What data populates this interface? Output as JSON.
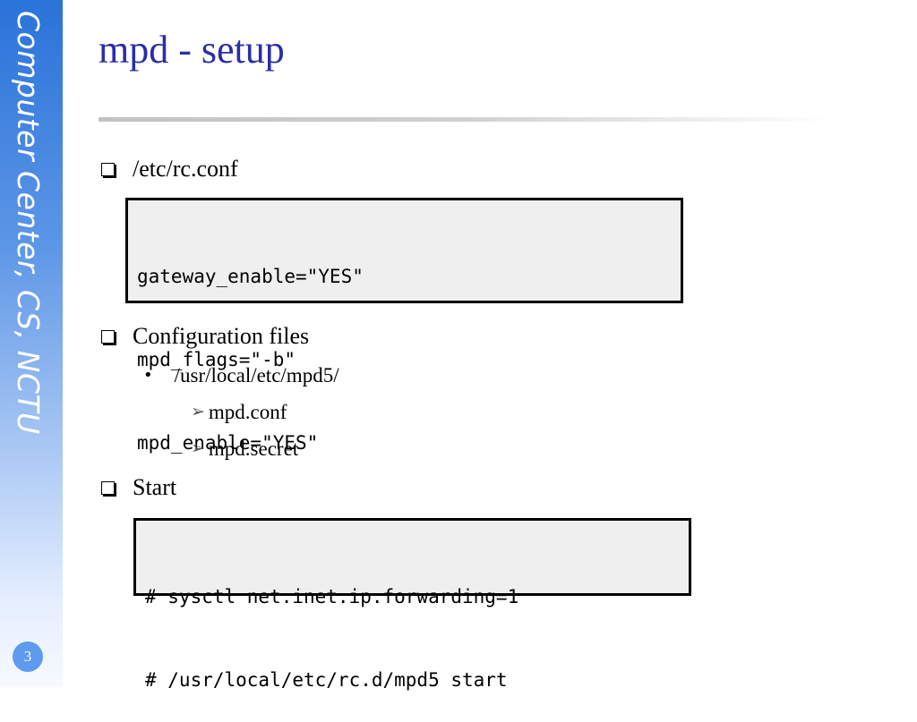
{
  "sidebar": {
    "text": "Computer Center, CS, NCTU"
  },
  "page_number": "3",
  "title": "mpd - setup",
  "sections": {
    "rcconf": {
      "heading": "/etc/rc.conf",
      "code": [
        "gateway_enable=\"YES\"",
        "mpd_flags=\"-b\"",
        "mpd_enable=\"YES\""
      ]
    },
    "config": {
      "heading": "Configuration files",
      "path": "/usr/local/etc/mpd5/",
      "files": [
        "mpd.conf",
        "mpd.secret"
      ]
    },
    "start": {
      "heading": "Start",
      "code": [
        "# sysctl net.inet.ip.forwarding=1",
        "# /usr/local/etc/rc.d/mpd5 start"
      ]
    }
  },
  "colors": {
    "title": "#2b2ea8",
    "sidebar_top": "#2a73d9",
    "code_bg": "#efefef"
  }
}
